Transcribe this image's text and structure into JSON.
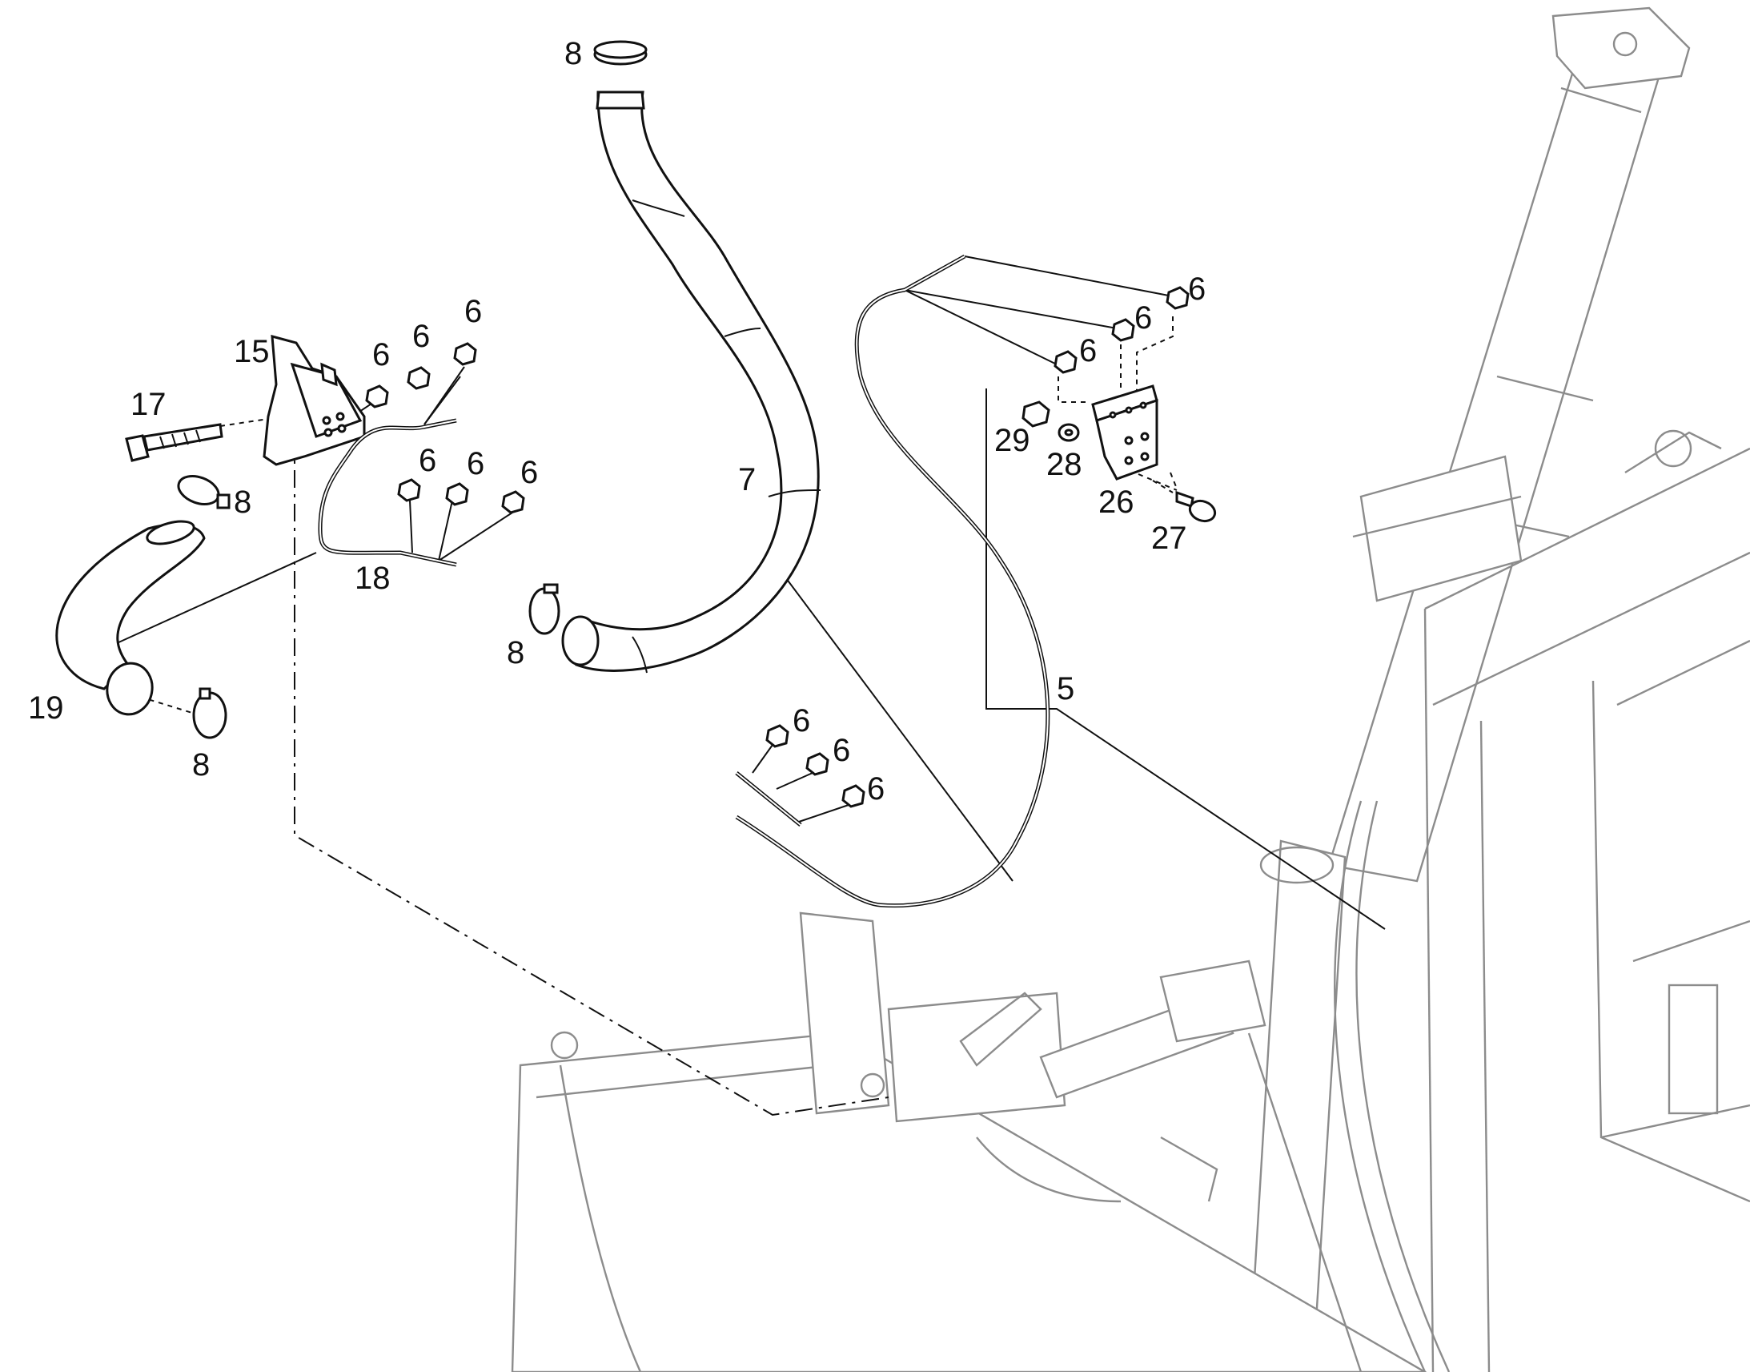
{
  "callouts": {
    "c8_top": "8",
    "c15": "15",
    "c17": "17",
    "c6_a": "6",
    "c6_b": "6",
    "c6_c": "6",
    "c8_left_upper": "8",
    "c6_d": "6",
    "c6_e": "6",
    "c6_f": "6",
    "c18": "18",
    "c19": "19",
    "c8_left_lower": "8",
    "c7": "7",
    "c8_mid": "8",
    "c6_g": "6",
    "c6_h": "6",
    "c6_i": "6",
    "c29": "29",
    "c28": "28",
    "c26": "26",
    "c27": "27",
    "c5": "5",
    "c6_j": "6",
    "c6_k": "6",
    "c6_l": "6"
  }
}
